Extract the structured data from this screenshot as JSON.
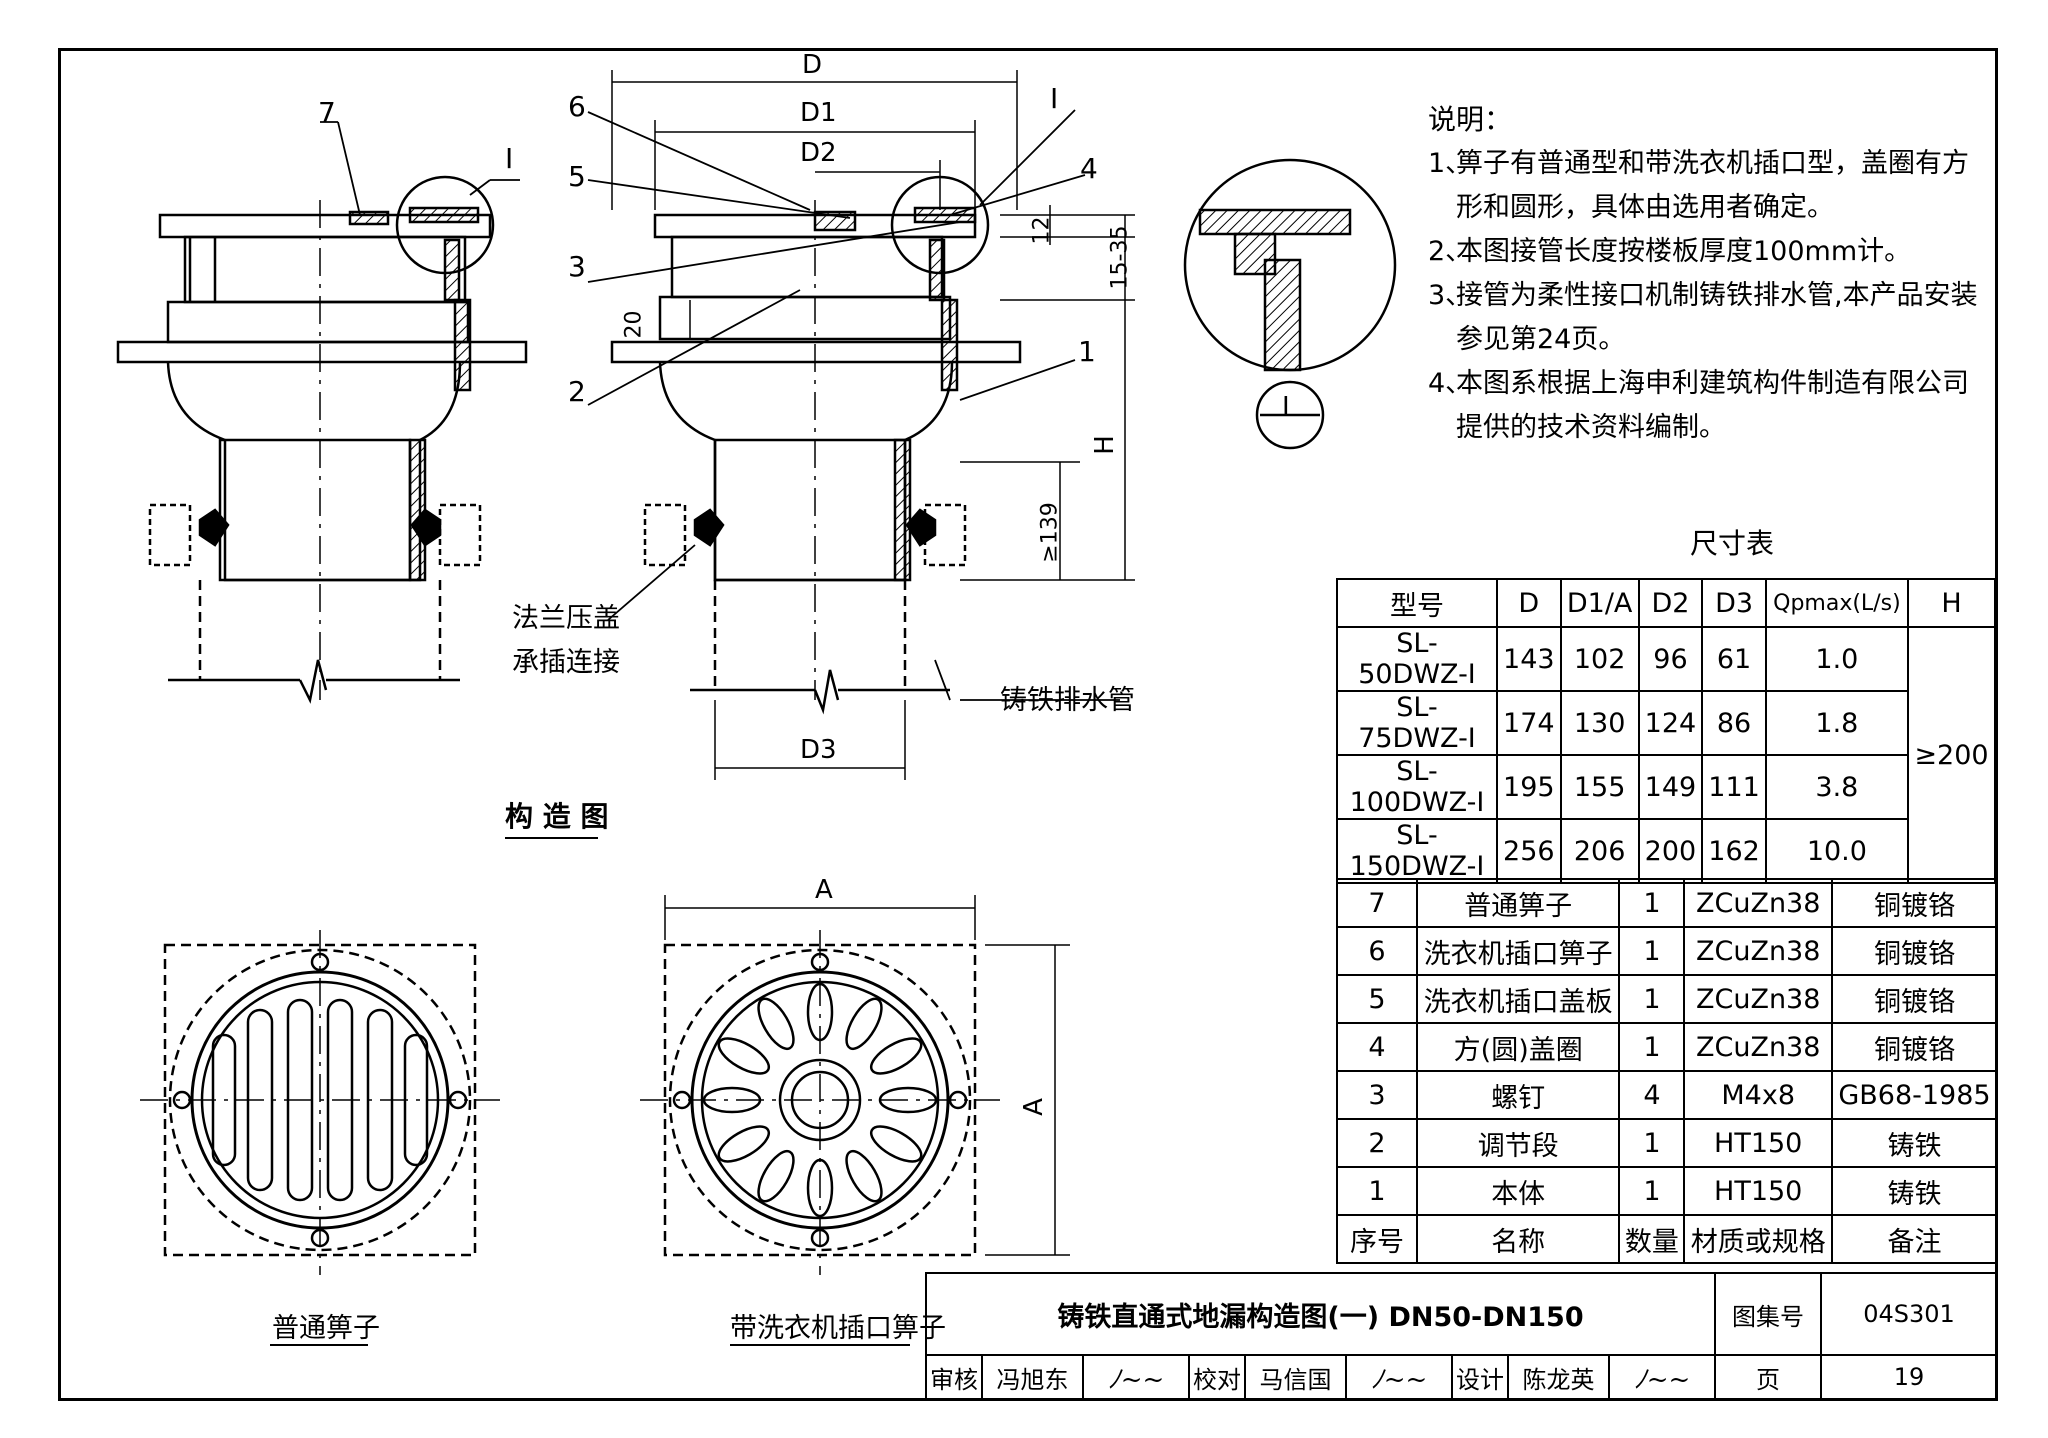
{
  "notes": {
    "title": "说明：",
    "items": [
      {
        "num": "1、",
        "text": "箅子有普通型和带洗衣机插口型，盖圈有方形和圆形，具体由选用者确定。"
      },
      {
        "num": "2、",
        "text": "本图接管长度按楼板厚度100mm计。"
      },
      {
        "num": "3、",
        "text": "接管为柔性接口机制铸铁排水管,本产品安装参见第24页。"
      },
      {
        "num": "4、",
        "text": "本图系根据上海申利建筑构件制造有限公司提供的技术资料编制。"
      }
    ]
  },
  "labels": {
    "construction_diagram": "构 造 图",
    "normal_grate": "普通箅子",
    "washer_grate": "带洗衣机插口箅子",
    "flange": "法兰压盖",
    "socket": "承插连接",
    "drain_pipe": "铸铁排水管",
    "detail_mark": "I",
    "dim_D": "D",
    "dim_D1": "D1",
    "dim_D2": "D2",
    "dim_D3": "D3",
    "dim_A": "A",
    "dim_H": "H",
    "dim_12": "12",
    "dim_15_35": "15-35",
    "dim_20": "20",
    "dim_139": "≥139",
    "parts": [
      "1",
      "2",
      "3",
      "4",
      "5",
      "6",
      "7"
    ]
  },
  "dimension_table": {
    "title": "尺寸表",
    "headers": [
      "型号",
      "D",
      "D1/A",
      "D2",
      "D3",
      "Qpmax(L/s)",
      "H"
    ],
    "rows": [
      [
        "SL-50DWZ-Ⅰ",
        "143",
        "102",
        "96",
        "61",
        "1.0"
      ],
      [
        "SL-75DWZ-Ⅰ",
        "174",
        "130",
        "124",
        "86",
        "1.8"
      ],
      [
        "SL-100DWZ-Ⅰ",
        "195",
        "155",
        "149",
        "111",
        "3.8"
      ],
      [
        "SL-150DWZ-Ⅰ",
        "256",
        "206",
        "200",
        "162",
        "10.0"
      ]
    ],
    "h_value": "≥200"
  },
  "parts_table": {
    "rows": [
      [
        "7",
        "普通箅子",
        "1",
        "ZCuZn38",
        "铜镀铬"
      ],
      [
        "6",
        "洗衣机插口箅子",
        "1",
        "ZCuZn38",
        "铜镀铬"
      ],
      [
        "5",
        "洗衣机插口盖板",
        "1",
        "ZCuZn38",
        "铜镀铬"
      ],
      [
        "4",
        "方(圆)盖圈",
        "1",
        "ZCuZn38",
        "铜镀铬"
      ],
      [
        "3",
        "螺钉",
        "4",
        "M4x8",
        "GB68-1985"
      ],
      [
        "2",
        "调节段",
        "1",
        "HT150",
        "铸铁"
      ],
      [
        "1",
        "本体",
        "1",
        "HT150",
        "铸铁"
      ]
    ],
    "headers": [
      "序号",
      "名称",
      "数量",
      "材质或规格",
      "备注"
    ]
  },
  "title_block": {
    "title": "铸铁直通式地漏构造图(一) DN50-DN150",
    "atlas_label": "图集号",
    "atlas_no": "04S301",
    "review_label": "审核",
    "reviewer": "冯旭东",
    "check_label": "校对",
    "checker": "马信国",
    "design_label": "设计",
    "designer": "陈龙英",
    "page_label": "页",
    "page_no": "19"
  }
}
